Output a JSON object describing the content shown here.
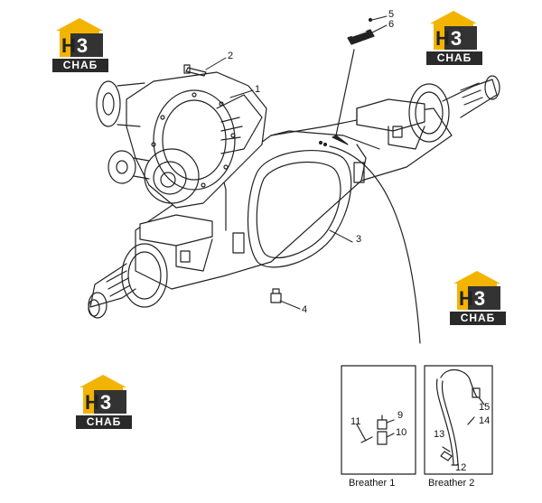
{
  "callouts": [
    "1",
    "2",
    "3",
    "4",
    "5",
    "6",
    "9",
    "10",
    "11",
    "12",
    "13",
    "14",
    "15"
  ],
  "captions": {
    "breather1": "Breather 1",
    "breather2": "Breather 2"
  },
  "watermark": {
    "letter_h": "H",
    "letter_3": "3",
    "band": "СНАБ"
  },
  "colors": {
    "line": "#222222",
    "logo_yellow": "#f3b400",
    "logo_dark": "#2a2a2a"
  }
}
